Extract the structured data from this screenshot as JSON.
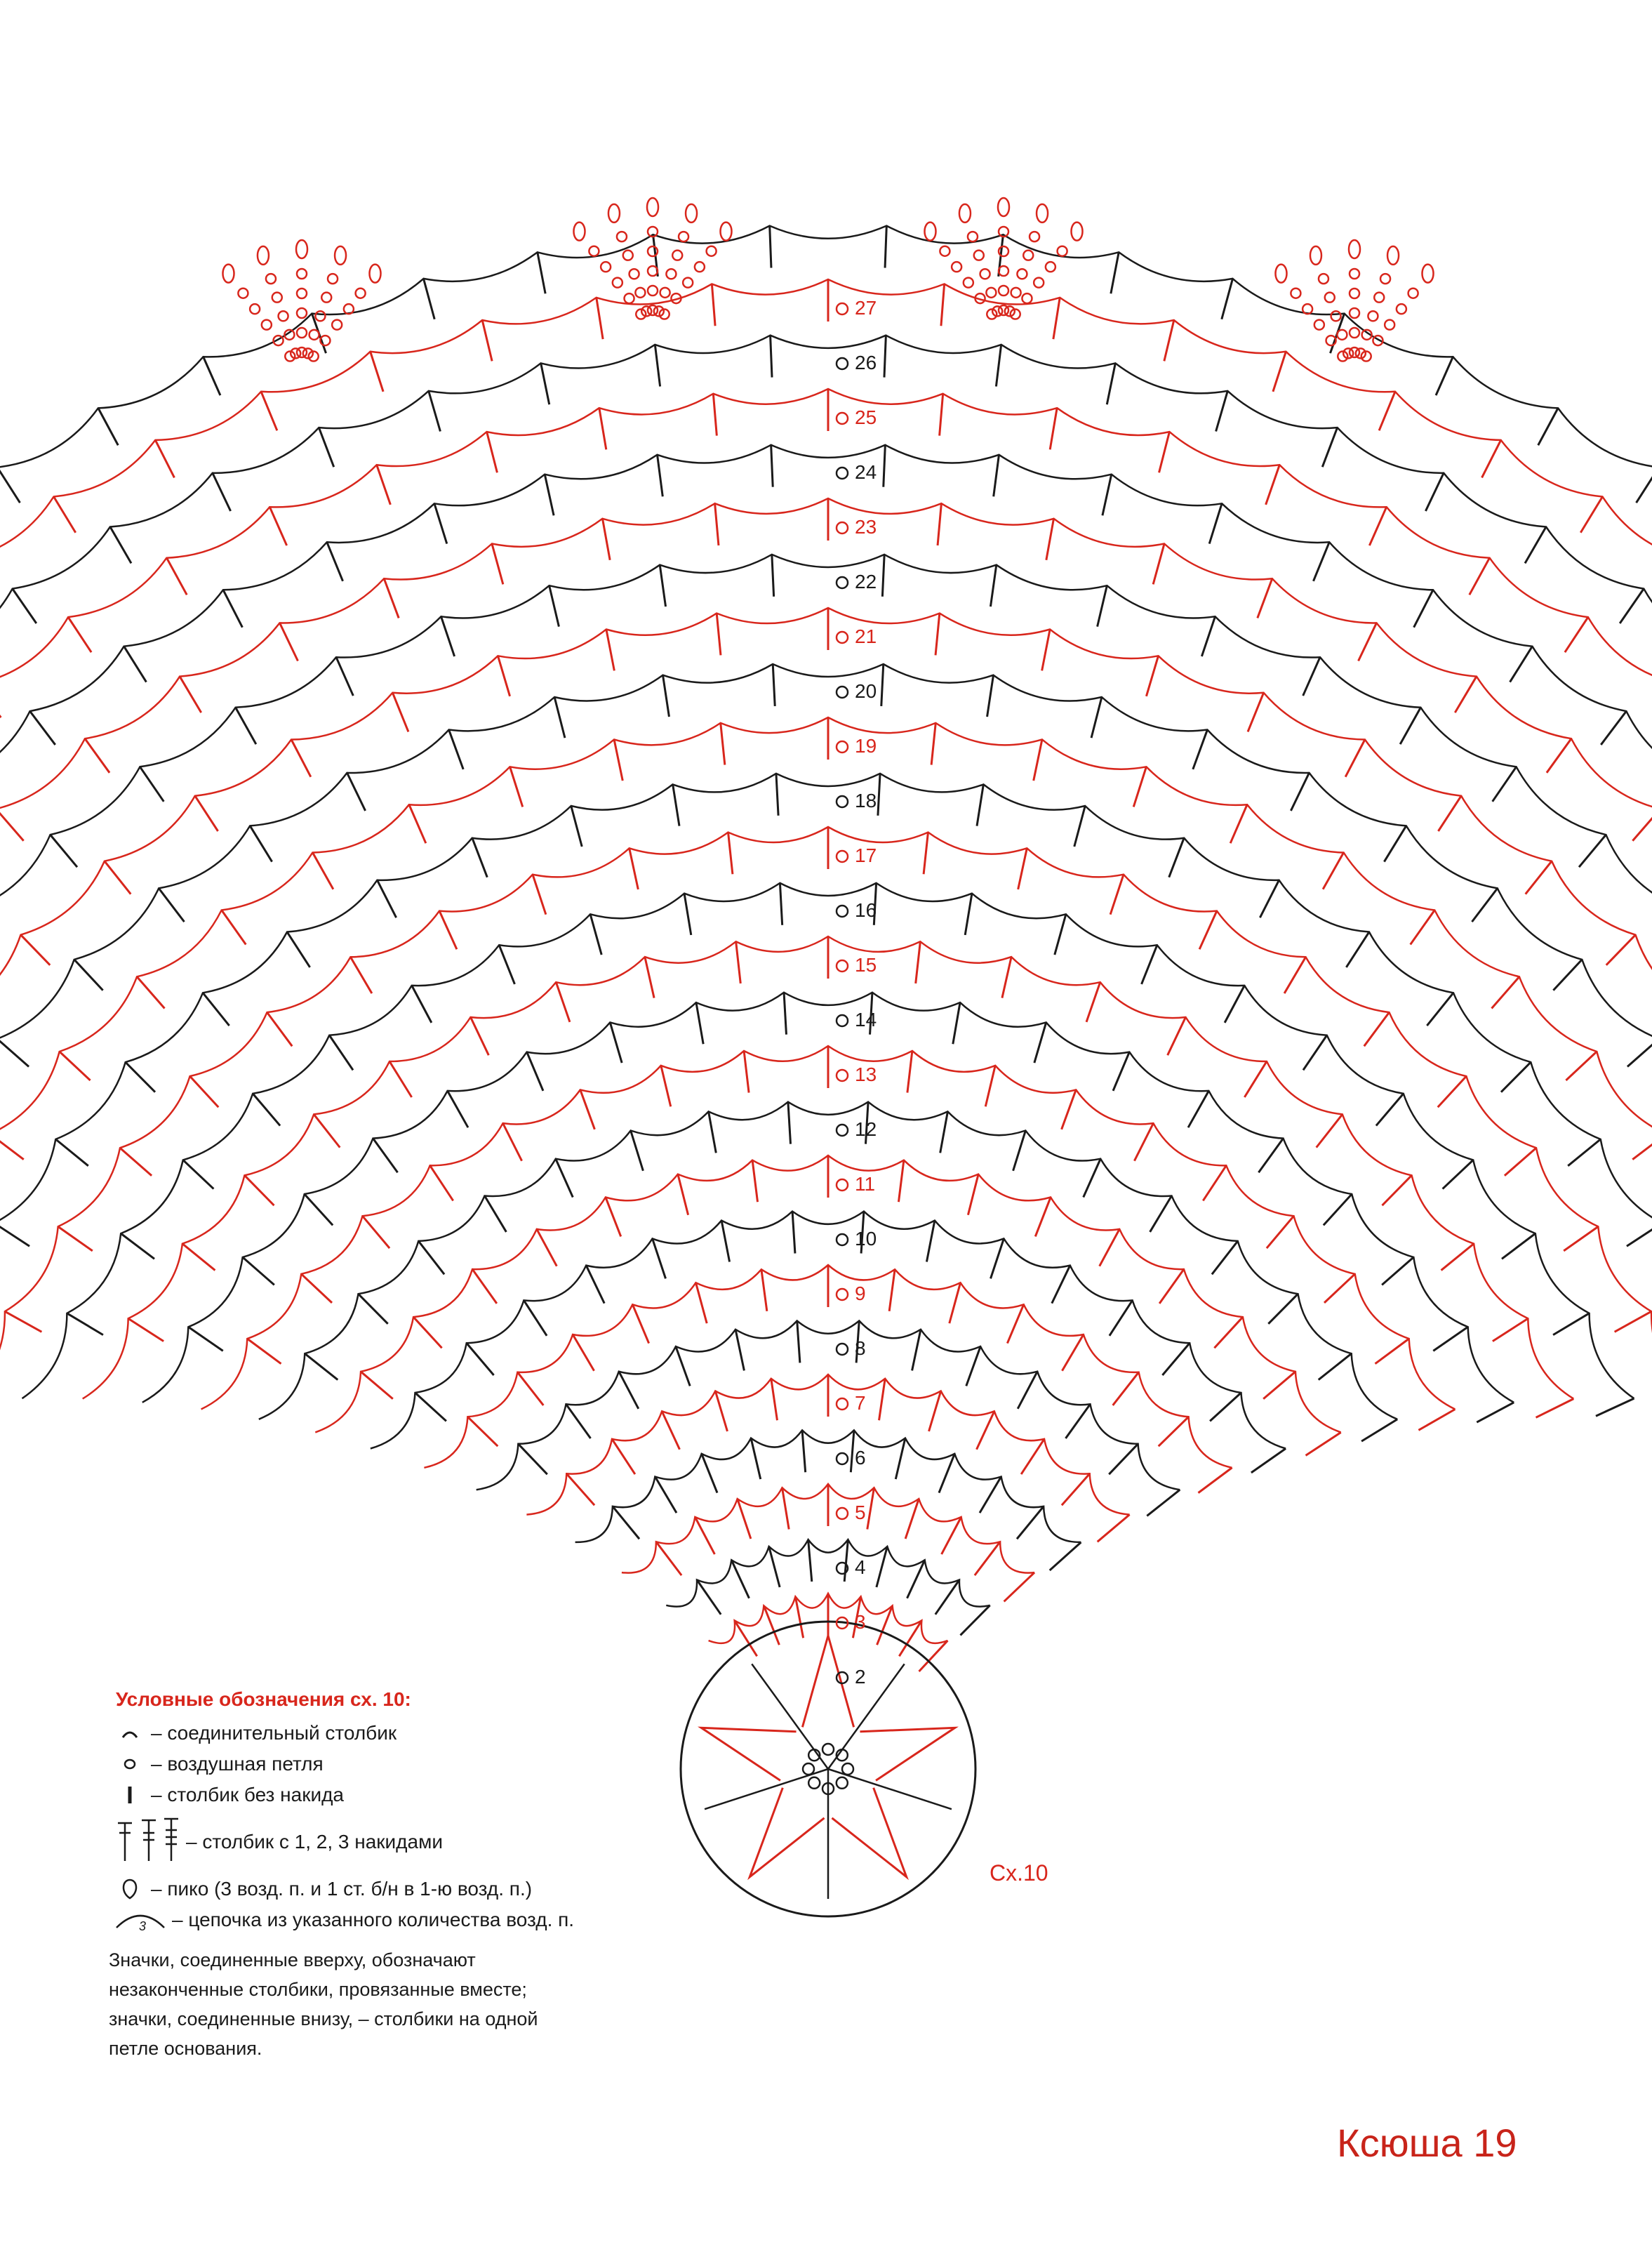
{
  "diagram": {
    "title": "Сх.10",
    "row_numbers": [
      "2",
      "3",
      "4",
      "5",
      "6",
      "7",
      "8",
      "9",
      "10",
      "11",
      "12",
      "13",
      "14",
      "15",
      "16",
      "17",
      "18",
      "19",
      "20",
      "21",
      "22",
      "23",
      "24",
      "25",
      "26",
      "27"
    ],
    "red_rows": [
      "3",
      "5",
      "7",
      "9",
      "11",
      "13",
      "15",
      "17",
      "19",
      "21",
      "23",
      "25",
      "27"
    ],
    "colors": {
      "black": "#1a1a1a",
      "red": "#d8261c"
    }
  },
  "legend": {
    "title": "Условные обозначения сх. 10:",
    "items": [
      {
        "symbol": "slip-stitch-icon",
        "text": "– соединительный столбик"
      },
      {
        "symbol": "chain-stitch-icon",
        "text": "– воздушная петля"
      },
      {
        "symbol": "single-crochet-icon",
        "text": "– столбик без накида"
      },
      {
        "symbol": "double-crochet-icons",
        "text": "– столбик с 1, 2, 3 накидами"
      },
      {
        "symbol": "picot-icon",
        "text": "– пико (3 возд. п. и 1 ст. б/н в 1-ю возд. п.)"
      },
      {
        "symbol": "chain-arc-icon",
        "text": "– цепочка из указанного количества возд. п."
      }
    ],
    "note": "Значки, соединенные вверху, обозначают незаконченные столбики, провязанные вместе; значки, соединенные внизу, – столбики на одной петле основания."
  },
  "footer": {
    "page_label": "Ксюша 19"
  }
}
